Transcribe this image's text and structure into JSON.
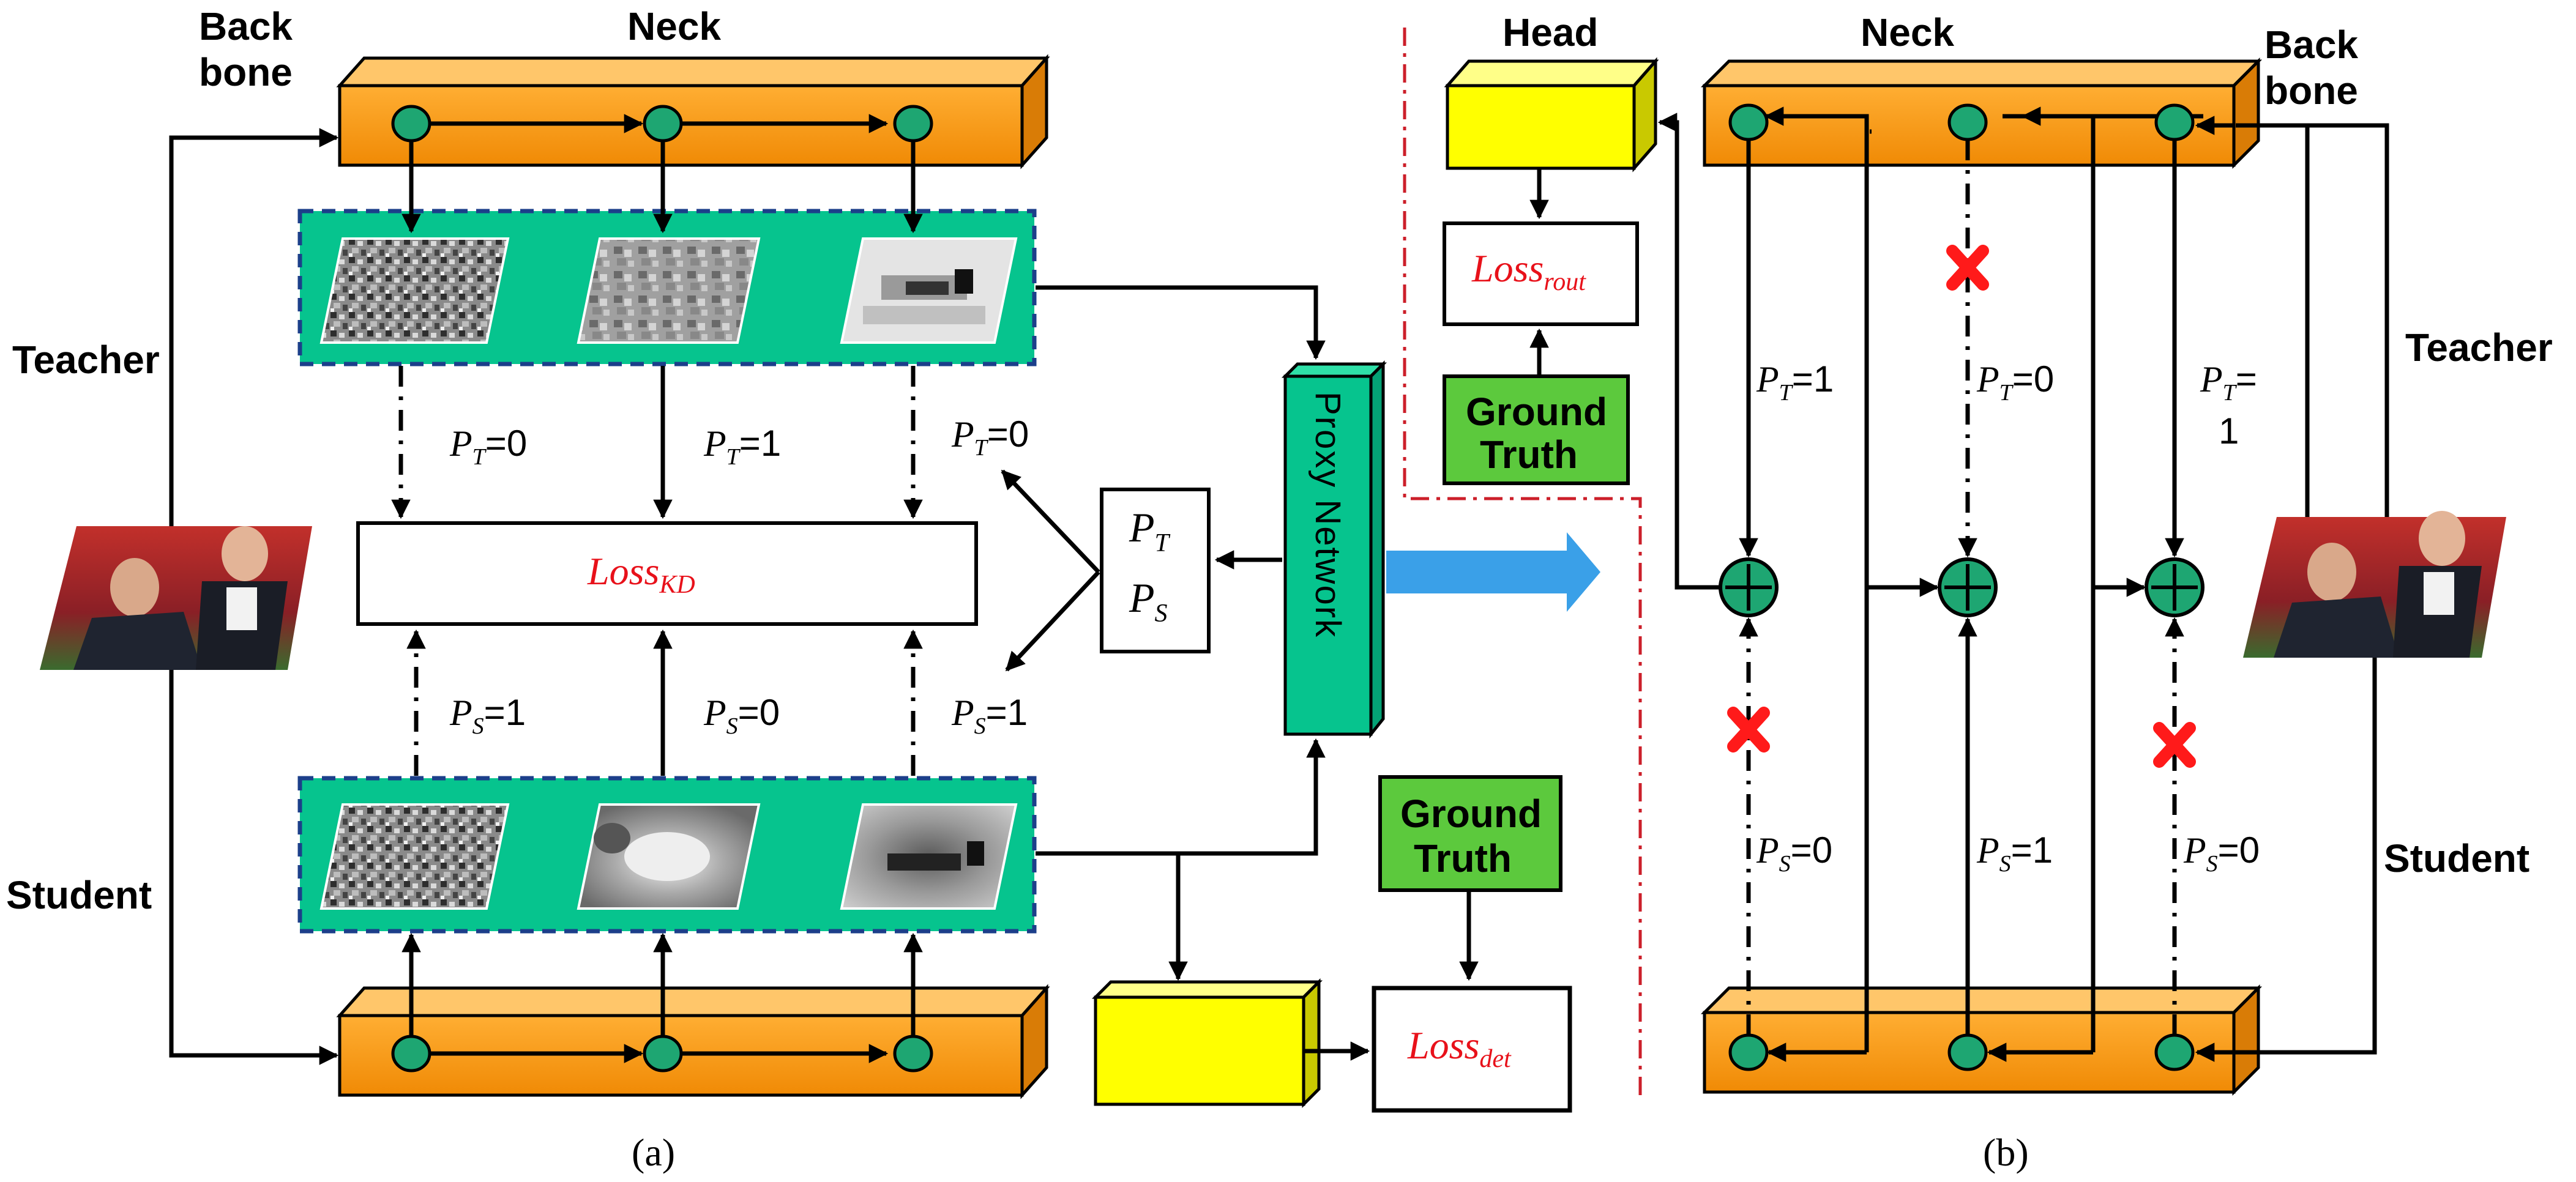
{
  "panel_a": {
    "caption": "(a)",
    "backbone_label": [
      "Back",
      "bone"
    ],
    "neck_label": "Neck",
    "teacher_label": "Teacher",
    "student_label": "Student",
    "teacher_probs": [
      {
        "var": "P",
        "sub": "T",
        "val": "=0"
      },
      {
        "var": "P",
        "sub": "T",
        "val": "=1"
      },
      {
        "var": "P",
        "sub": "T",
        "val": "=0"
      }
    ],
    "student_probs": [
      {
        "var": "P",
        "sub": "S",
        "val": "=1"
      },
      {
        "var": "P",
        "sub": "S",
        "val": "=0"
      },
      {
        "var": "P",
        "sub": "S",
        "val": "=1"
      }
    ],
    "loss_kd": {
      "base": "Loss",
      "sub": "KD"
    },
    "pt_ps": {
      "t_var": "P",
      "t_sub": "T",
      "s_var": "P",
      "s_sub": "S"
    },
    "proxy_label": "Proxy Network",
    "ground_truth": [
      "Ground",
      "Truth"
    ],
    "loss_det": {
      "base": "Loss",
      "sub": "det"
    }
  },
  "panel_b": {
    "caption": "(b)",
    "head_label": "Head",
    "neck_label": "Neck",
    "backbone_label": [
      "Back",
      "bone"
    ],
    "teacher_label": "Teacher",
    "student_label": "Student",
    "loss_rout": {
      "base": "Loss",
      "sub": "rout"
    },
    "ground_truth": [
      "Ground",
      "Truth"
    ],
    "teacher_probs": [
      {
        "var": "P",
        "sub": "T",
        "val": "=1"
      },
      {
        "var": "P",
        "sub": "T",
        "val": "=0"
      },
      {
        "var": "P",
        "sub": "T",
        "val": "=",
        "val2": "1"
      }
    ],
    "student_probs": [
      {
        "var": "P",
        "sub": "S",
        "val": "=0"
      },
      {
        "var": "P",
        "sub": "S",
        "val": "=1"
      },
      {
        "var": "P",
        "sub": "S",
        "val": "=0"
      }
    ]
  },
  "colors": {
    "orange": "#f9960d",
    "orange_dark": "#d97c06",
    "green_teal": "#06c48e",
    "green_node": "#1ea672",
    "yellow": "#ffff00",
    "ground_truth_green": "#5cc93d",
    "loss_red": "#e8111a",
    "cross_red": "#ff1a1a",
    "arrow_blue": "#3aa0e8",
    "divider_red": "#cc1f2a"
  }
}
